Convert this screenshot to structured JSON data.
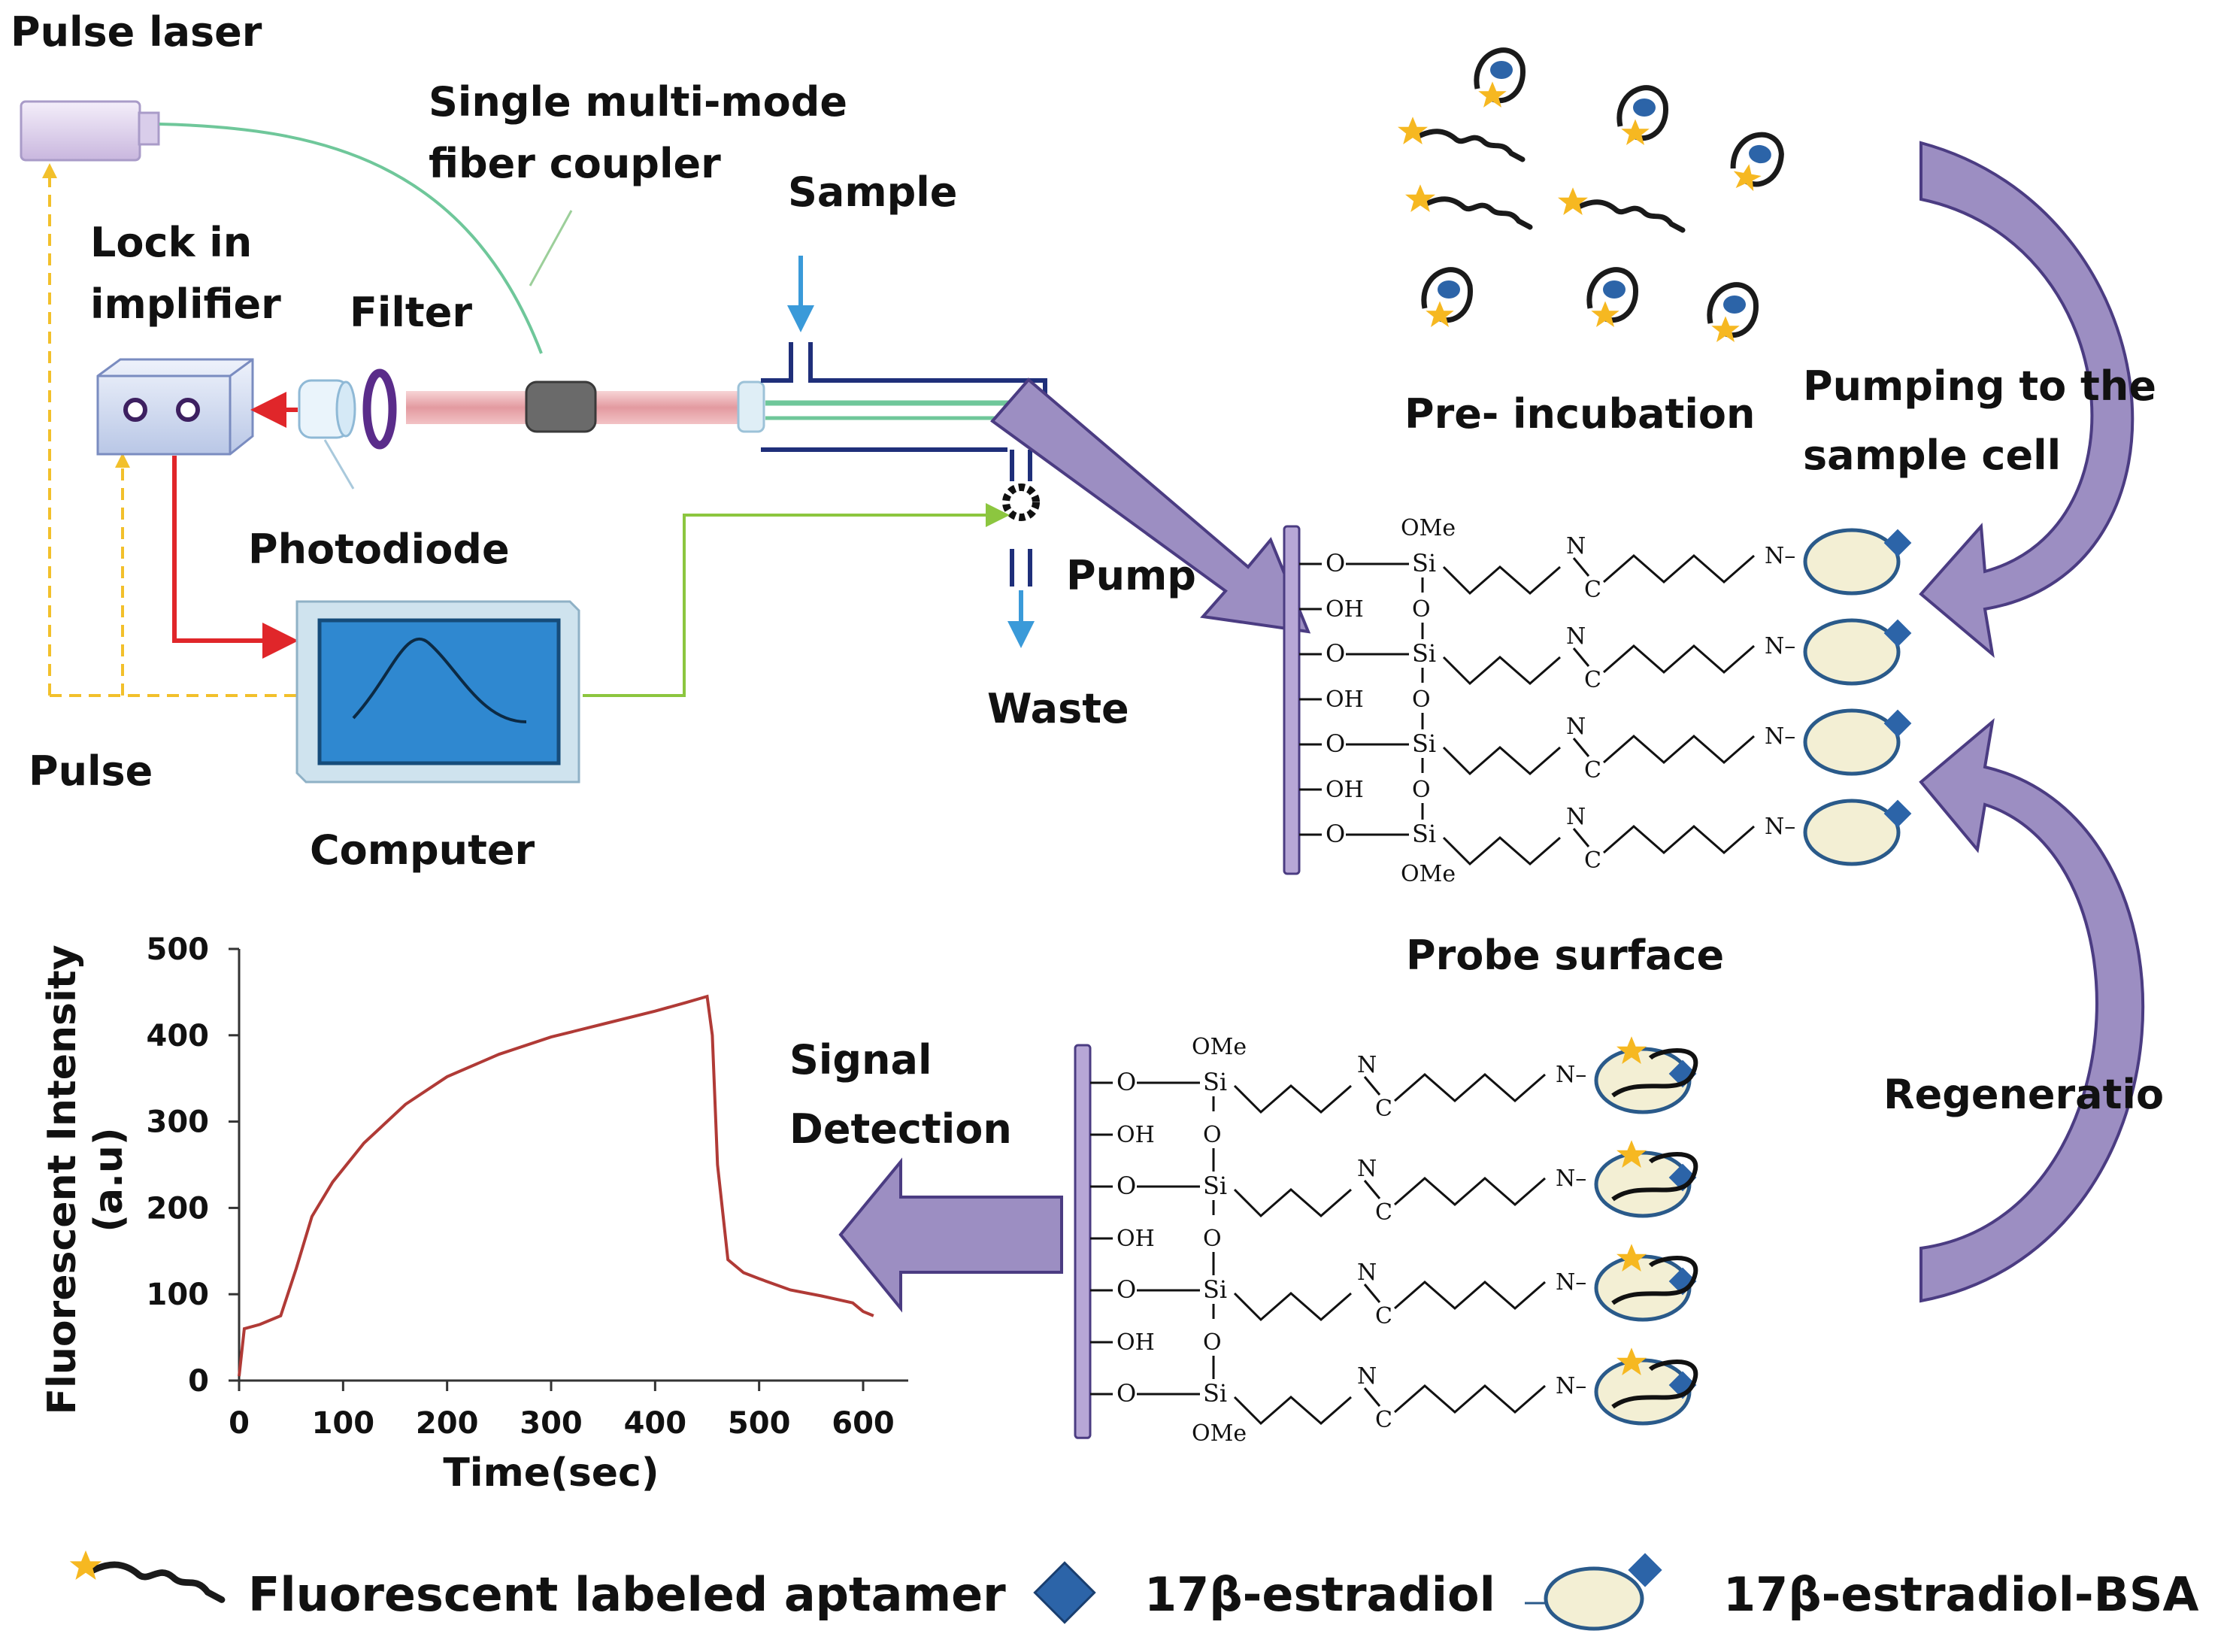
{
  "labels": {
    "pulse_laser": "Pulse laser",
    "fiber_coupler": "Single multi-mode\nfiber coupler",
    "sample": "Sample",
    "lock_in": "Lock in\nimplifier",
    "filter": "Filter",
    "photodiode": "Photodiode",
    "pump": "Pump",
    "waste": "Waste",
    "pulse": "Pulse",
    "computer": "Computer",
    "pre_incubation": "Pre- incubation",
    "pumping": "Pumping to the\nsample cell",
    "probe_surface": "Probe surface",
    "signal_detection": "Signal\nDetection",
    "regeneration": "Regeneratio"
  },
  "chem": {
    "ome": "OMe",
    "o": "O",
    "oh": "OH",
    "si": "Si",
    "n": "N",
    "c": "C",
    "n_end": "N–"
  },
  "legend": {
    "aptamer": "Fluorescent labeled aptamer",
    "estradiol": "17β-estradiol",
    "estradiol_bsa": "17β-estradiol-BSA"
  },
  "colors": {
    "arrow_fill": "#9c8ec2",
    "arrow_stroke": "#4b3c82",
    "curve": "#b03a36",
    "star": "#f6b821",
    "diamond": "#2c64a8",
    "fiber": "#6fc79a",
    "red_wire": "#e0262a",
    "pulse_wire": "#f2c02b",
    "monitor": "#2f88d0",
    "ellipse_fill": "#f3efd4",
    "ellipse_stroke": "#2a5a8a"
  },
  "chart_data": {
    "type": "line",
    "title": "",
    "xlabel": "Time(sec)",
    "ylabel": "Fluorescent Intensity\n(a.u)",
    "xlim": [
      0,
      600
    ],
    "ylim": [
      0,
      500
    ],
    "xticks": [
      "0",
      "100",
      "200",
      "300",
      "400",
      "500",
      "600"
    ],
    "yticks": [
      "0",
      "100",
      "200",
      "300",
      "400",
      "500"
    ],
    "grid": false,
    "series": [
      {
        "x": [
          0,
          5,
          20,
          40,
          55,
          70,
          90,
          120,
          160,
          200,
          250,
          300,
          350,
          400,
          430,
          450,
          455,
          460,
          470,
          485,
          500,
          530,
          560,
          590,
          600,
          610
        ],
        "y": [
          5,
          60,
          65,
          75,
          130,
          190,
          230,
          275,
          320,
          352,
          378,
          398,
          413,
          428,
          438,
          445,
          400,
          250,
          140,
          125,
          118,
          105,
          98,
          90,
          80,
          75
        ]
      }
    ]
  }
}
